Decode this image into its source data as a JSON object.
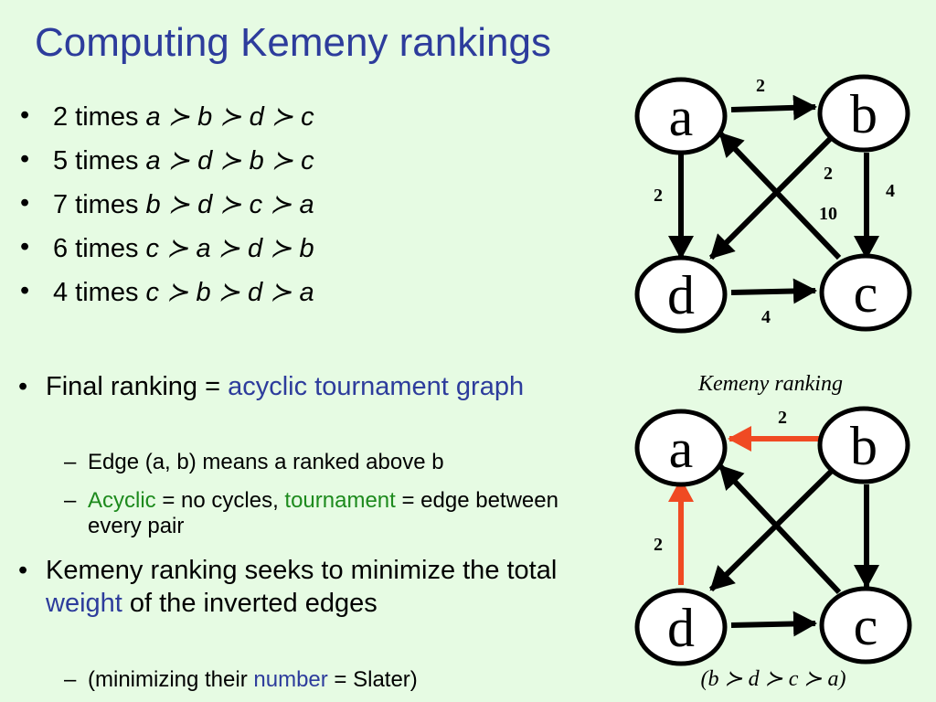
{
  "title": "Computing Kemeny rankings",
  "votes": [
    {
      "count": "2 times",
      "ranking": "a ≻ b ≻ d ≻ c"
    },
    {
      "count": "5 times",
      "ranking": "a ≻ d ≻ b ≻ c"
    },
    {
      "count": "7 times",
      "ranking": "b ≻ d ≻ c ≻ a"
    },
    {
      "count": "6 times",
      "ranking": "c ≻ a ≻ d ≻ b"
    },
    {
      "count": "4 times",
      "ranking": "c ≻ b ≻ d ≻ a"
    }
  ],
  "bullets": {
    "final_prefix": "Final ranking = ",
    "final_highlight": "acyclic tournament graph",
    "edge_note": "Edge (a, b) means a ranked above b",
    "acyclic_word": "Acyclic",
    "acyclic_rest": " = no cycles, ",
    "tournament_word": "tournament",
    "tournament_rest": " = edge between every pair",
    "seeks_prefix": "Kemeny ranking seeks to minimize the total ",
    "seeks_highlight": "weight",
    "seeks_suffix": " of the inverted edges",
    "min_prefix": "(minimizing their ",
    "min_highlight": "number",
    "min_suffix": " = Slater)"
  },
  "graph_top": {
    "nodes": {
      "a": "a",
      "b": "b",
      "c": "c",
      "d": "d"
    },
    "weights": {
      "a_b": "2",
      "a_d": "2",
      "b_d": "2",
      "c_a": "10",
      "b_c": "4",
      "d_c": "4"
    }
  },
  "graph_bottom": {
    "caption": "Kemeny ranking",
    "nodes": {
      "a": "a",
      "b": "b",
      "c": "c",
      "d": "d"
    },
    "weights": {
      "b_a": "2",
      "d_a": "2"
    },
    "ranking": "(b ≻ d ≻ c ≻ a)"
  },
  "colors": {
    "title": "#2d3c9c",
    "inverted_edge": "#f04a23",
    "background": "#e6fbe3",
    "green": "#1d8a1d"
  }
}
